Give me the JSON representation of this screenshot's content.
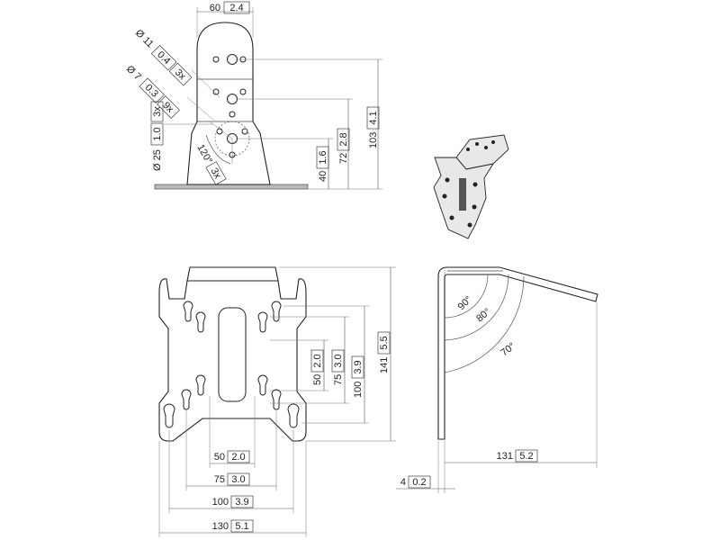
{
  "labels": {
    "top_width": "60",
    "top_width_in": "2.4",
    "hole_large": "Ø 11",
    "hole_large_in": "0.4",
    "hole_large_qty": "3x",
    "hole_small": "Ø 7",
    "hole_small_in": "0.3",
    "hole_small_qty": "9x",
    "circle_dia": "Ø 25",
    "circle_dia_in": "1.0",
    "circle_qty": "3x",
    "angle_pattern": "120°",
    "angle_qty": "3x",
    "height_total": "103",
    "height_total_in": "4.1",
    "height_72": "72",
    "height_72_in": "2.8",
    "height_40": "40",
    "height_40_in": "1.6",
    "vesa_v50": "50",
    "vesa_v50_in": "2.0",
    "vesa_v75": "75",
    "vesa_v75_in": "3.0",
    "vesa_v100": "100",
    "vesa_v100_in": "3.9",
    "plate_height": "141",
    "plate_height_in": "5.5",
    "vesa_h50": "50",
    "vesa_h50_in": "2.0",
    "vesa_h75": "75",
    "vesa_h75_in": "3.0",
    "vesa_h100": "100",
    "vesa_h100_in": "3.9",
    "plate_width": "130",
    "plate_width_in": "5.1",
    "angle_90": "90°",
    "angle_80": "80°",
    "angle_70": "70°",
    "depth": "131",
    "depth_in": "5.2",
    "thickness": "4",
    "thickness_in": "0.2"
  }
}
